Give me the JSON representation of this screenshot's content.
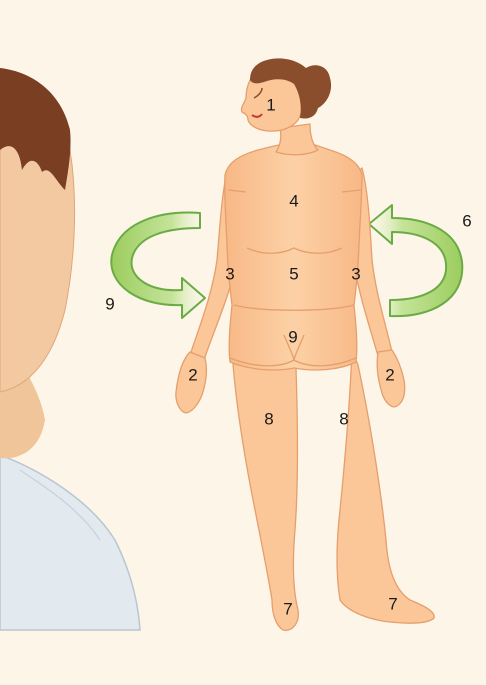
{
  "figure": {
    "labels": {
      "face": "1",
      "hand_right": "2",
      "hand_left": "2",
      "arm_right": "3",
      "arm_left": "3",
      "chest": "4",
      "abdomen": "5",
      "back_rotation": "6",
      "feet_right": "7",
      "feet_left": "7",
      "leg_right": "8",
      "leg_left": "8",
      "pelvis": "9",
      "buttocks_rotation": "9"
    }
  },
  "colors": {
    "background": "#fdf6e8",
    "skin": "#fbc89a",
    "skin_outline": "#e9a46f",
    "hair": "#8a4e2c",
    "arrow_green": "#a8d56f",
    "arrow_outline": "#5da13a",
    "observer_hair": "#7a3e22",
    "observer_skin": "#f1c79c",
    "observer_shirt": "#dfe6ec"
  }
}
